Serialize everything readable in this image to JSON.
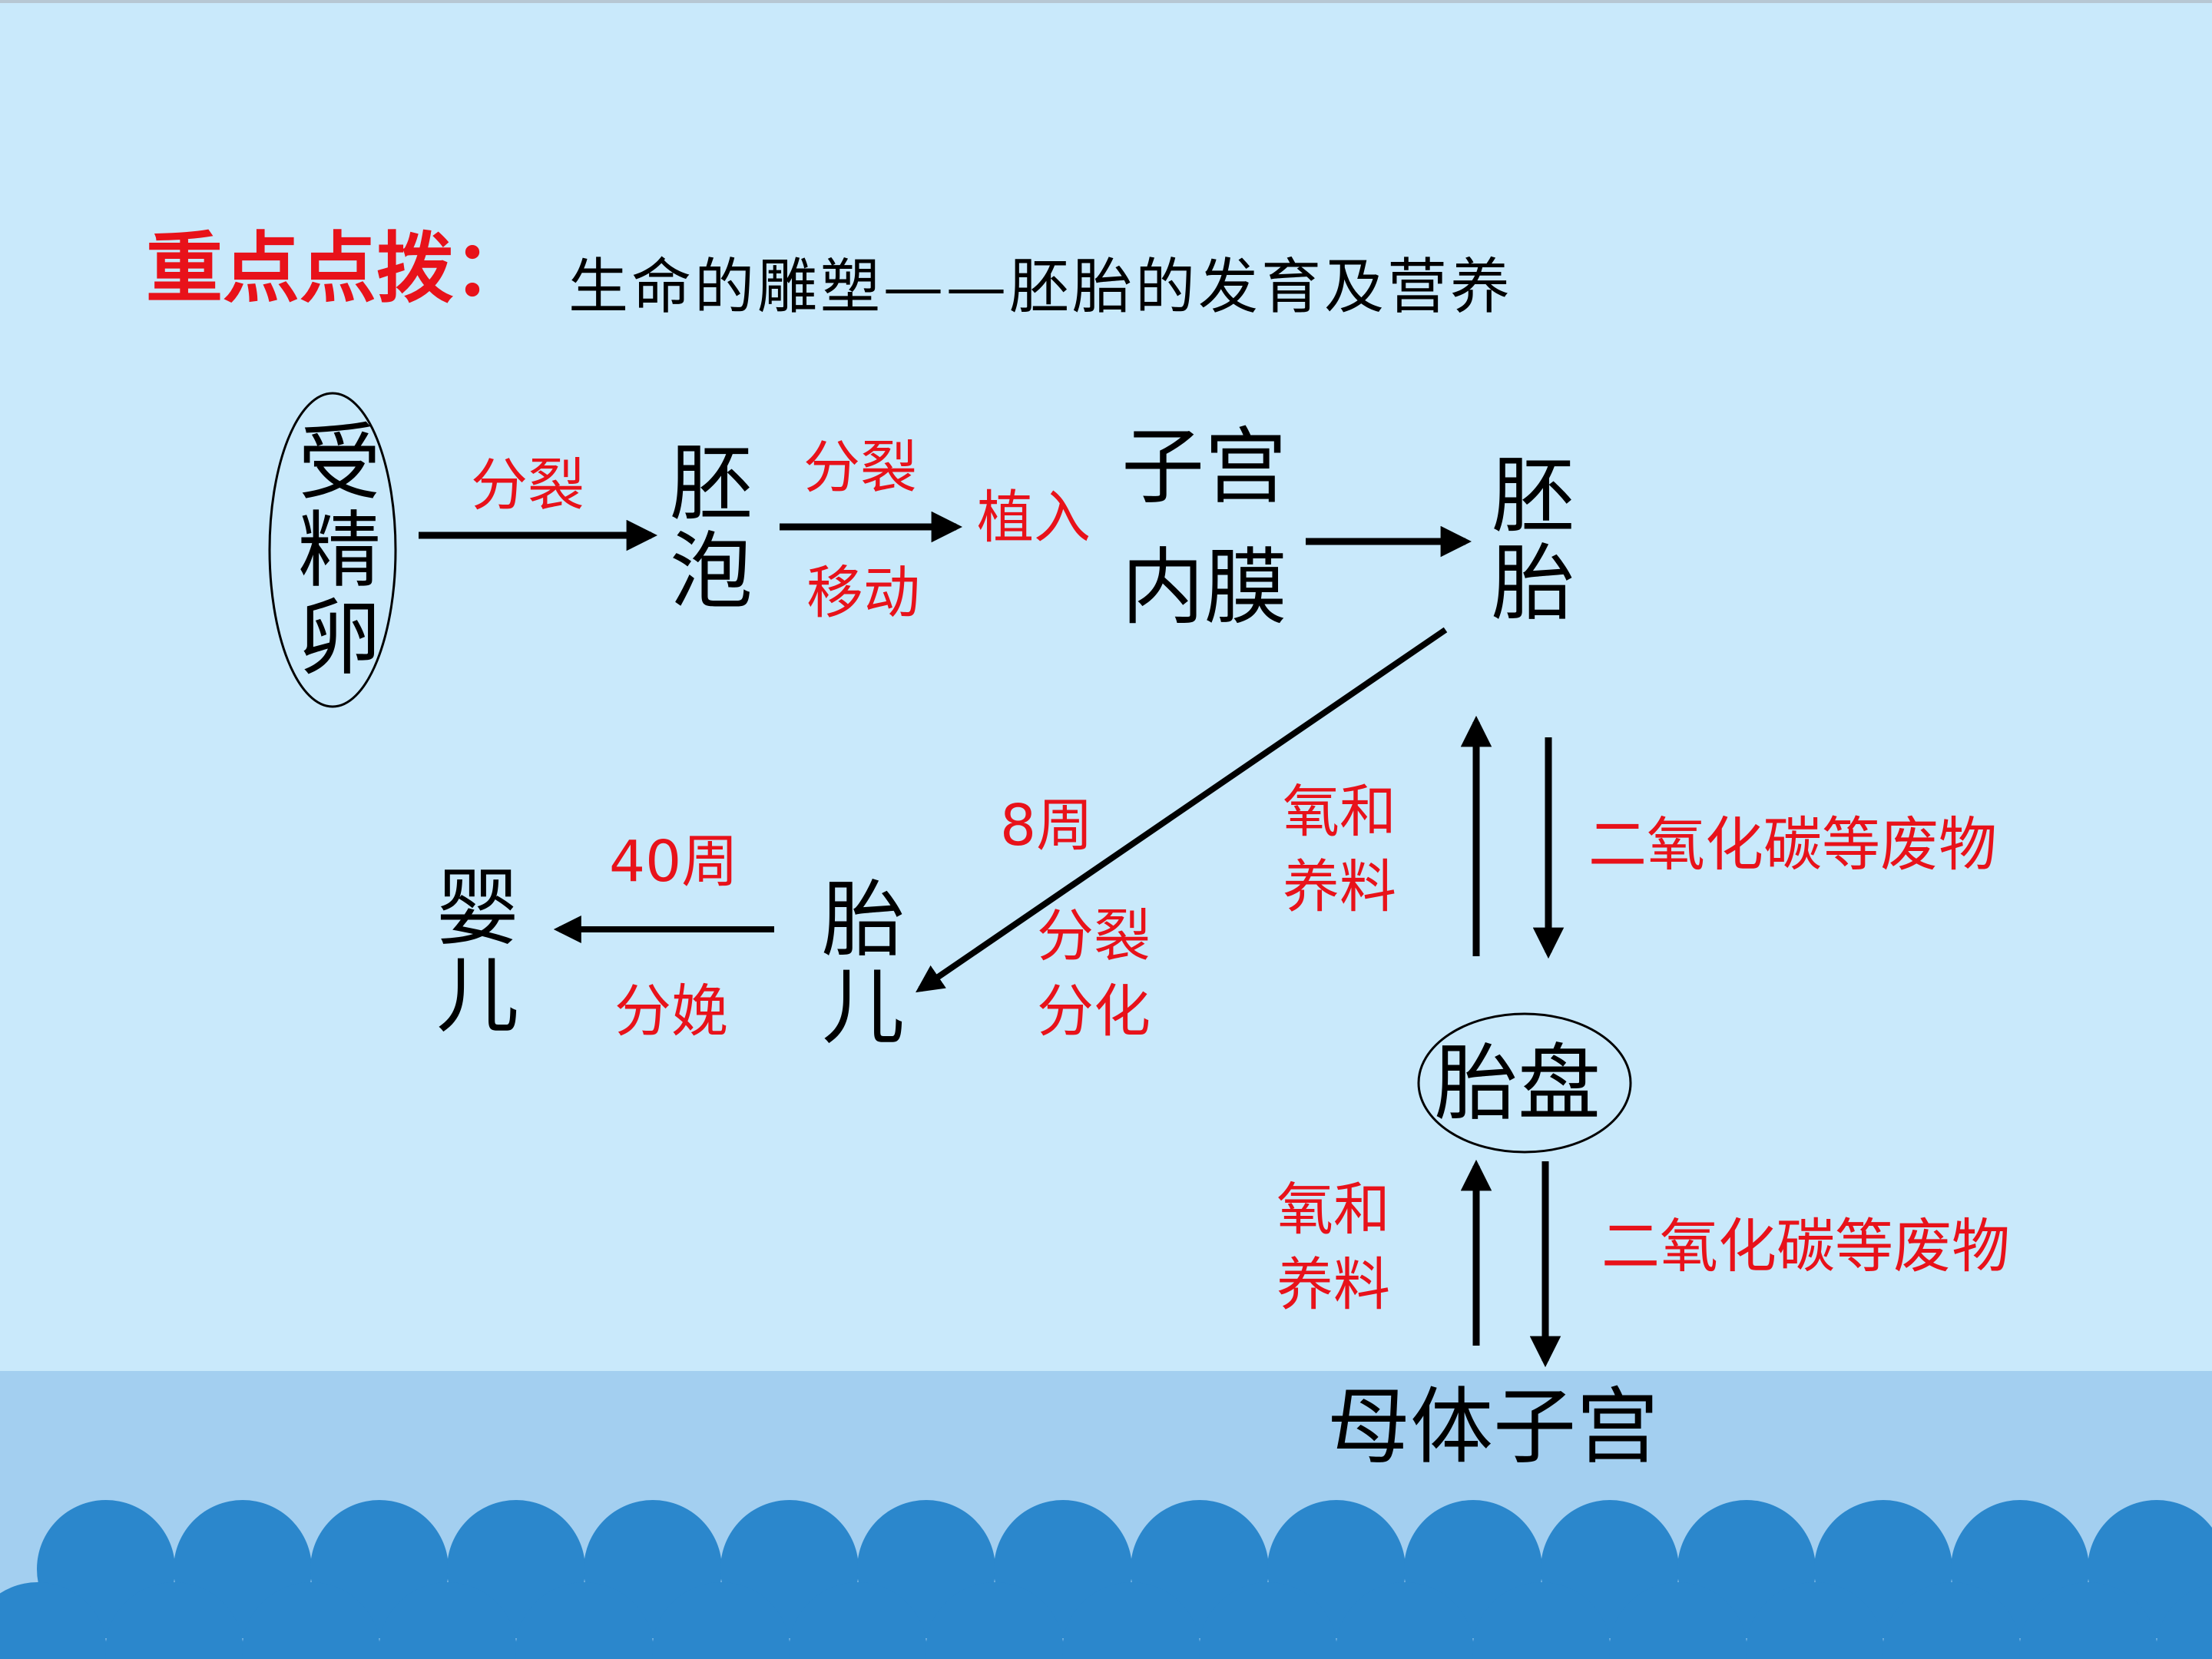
{
  "title": {
    "key": "重点点拨：",
    "subtitle": "生命的雕塑——胚胎的发育及营养"
  },
  "nodes": {
    "fertilized_egg": "受精卵",
    "blastocyst": "胚泡",
    "endometrium_line1": "子宫",
    "endometrium_line2": "内膜",
    "embryo": "胚胎",
    "fetus": "胎儿",
    "baby": "婴儿",
    "placenta": "胎盘",
    "mother_uterus": "母体子宫"
  },
  "labels": {
    "egg_to_blastocyst": "分裂",
    "blastocyst_top": "分裂",
    "blastocyst_bottom": "移动",
    "implant": "植入",
    "embryo_to_fetus_time": "8周",
    "embryo_to_fetus_process1": "分裂",
    "embryo_to_fetus_process2": "分化",
    "fetus_to_baby_time": "40周",
    "fetus_to_baby_process": "分娩",
    "upper_in_line1": "氧和",
    "upper_in_line2": "养料",
    "upper_out": "二氧化碳等废物",
    "lower_in_line1": "氧和",
    "lower_in_line2": "养料",
    "lower_out": "二氧化碳等废物"
  },
  "colors": {
    "background": "#c9e9fb",
    "band": "#a3cff0",
    "wave": "#2b87cc",
    "accent_red": "#e8121a",
    "line": "#000000"
  }
}
